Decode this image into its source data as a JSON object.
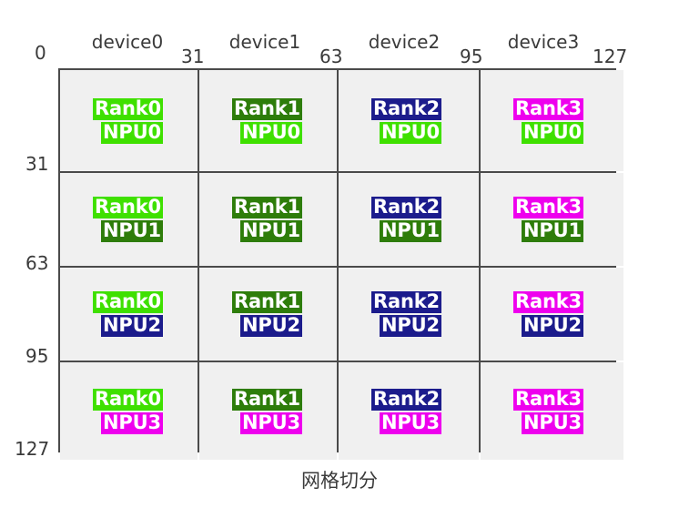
{
  "figure": {
    "caption": "网格切分",
    "background": "#ffffff",
    "cell_fill": "#f0f0f0",
    "grid_line_color": "#4a4a4a"
  },
  "palette": {
    "bright_green": "#3fe000",
    "dark_green": "#2e7d0a",
    "navy": "#1c1c8c",
    "magenta": "#ee00ee",
    "label_text": "#ffffff"
  },
  "axes": {
    "top": {
      "ticks": [
        "0",
        "31",
        "63",
        "95",
        "127"
      ],
      "column_titles": [
        "device0",
        "device1",
        "device2",
        "device3"
      ]
    },
    "left": {
      "ticks": [
        "31",
        "63",
        "95",
        "127"
      ]
    }
  },
  "chart_data": {
    "type": "heatmap",
    "title": "网格切分",
    "xlabel": "",
    "ylabel": "",
    "columns": [
      "device0",
      "device1",
      "device2",
      "device3"
    ],
    "x_ticks": [
      "0",
      "31",
      "63",
      "95",
      "127"
    ],
    "y_ticks": [
      "31",
      "63",
      "95",
      "127"
    ],
    "rows": 4,
    "cols": 4,
    "cells": [
      [
        {
          "rank": "Rank0",
          "npu": "NPU0",
          "rank_color": "#3fe000",
          "npu_color": "#3fe000"
        },
        {
          "rank": "Rank1",
          "npu": "NPU0",
          "rank_color": "#2e7d0a",
          "npu_color": "#3fe000"
        },
        {
          "rank": "Rank2",
          "npu": "NPU0",
          "rank_color": "#1c1c8c",
          "npu_color": "#3fe000"
        },
        {
          "rank": "Rank3",
          "npu": "NPU0",
          "rank_color": "#ee00ee",
          "npu_color": "#3fe000"
        }
      ],
      [
        {
          "rank": "Rank0",
          "npu": "NPU1",
          "rank_color": "#3fe000",
          "npu_color": "#2e7d0a"
        },
        {
          "rank": "Rank1",
          "npu": "NPU1",
          "rank_color": "#2e7d0a",
          "npu_color": "#2e7d0a"
        },
        {
          "rank": "Rank2",
          "npu": "NPU1",
          "rank_color": "#1c1c8c",
          "npu_color": "#2e7d0a"
        },
        {
          "rank": "Rank3",
          "npu": "NPU1",
          "rank_color": "#ee00ee",
          "npu_color": "#2e7d0a"
        }
      ],
      [
        {
          "rank": "Rank0",
          "npu": "NPU2",
          "rank_color": "#3fe000",
          "npu_color": "#1c1c8c"
        },
        {
          "rank": "Rank1",
          "npu": "NPU2",
          "rank_color": "#2e7d0a",
          "npu_color": "#1c1c8c"
        },
        {
          "rank": "Rank2",
          "npu": "NPU2",
          "rank_color": "#1c1c8c",
          "npu_color": "#1c1c8c"
        },
        {
          "rank": "Rank3",
          "npu": "NPU2",
          "rank_color": "#ee00ee",
          "npu_color": "#1c1c8c"
        }
      ],
      [
        {
          "rank": "Rank0",
          "npu": "NPU3",
          "rank_color": "#3fe000",
          "npu_color": "#ee00ee"
        },
        {
          "rank": "Rank1",
          "npu": "NPU3",
          "rank_color": "#2e7d0a",
          "npu_color": "#ee00ee"
        },
        {
          "rank": "Rank2",
          "npu": "NPU3",
          "rank_color": "#1c1c8c",
          "npu_color": "#ee00ee"
        },
        {
          "rank": "Rank3",
          "npu": "NPU3",
          "rank_color": "#ee00ee",
          "npu_color": "#ee00ee"
        }
      ]
    ]
  }
}
